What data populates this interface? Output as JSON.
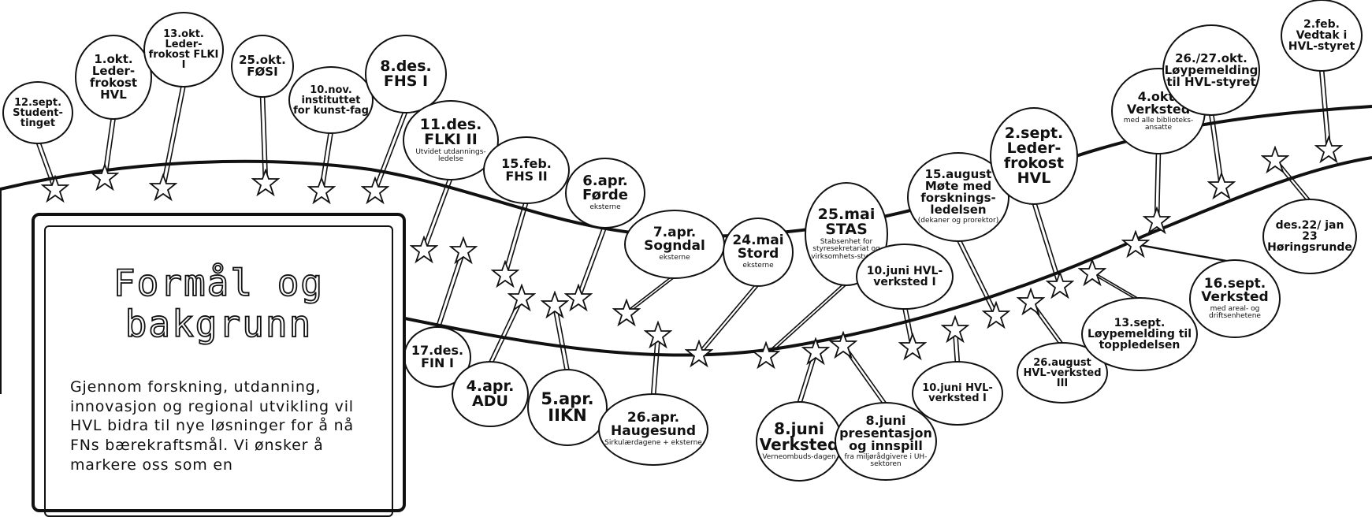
{
  "panel": {
    "title": "Formål og\nbakgrunn",
    "body": "Gjennom forskning, utdanning, innovasjon og regional utvikling vil HVL bidra til nye løsninger for å nå FNs bærekraftsmål. Vi ønsker å markere oss som en"
  },
  "milestones": [
    {
      "id": "studenttinget",
      "title": "12.sept. Student-tinget",
      "sub": ""
    },
    {
      "id": "lederfrokost-hvl-1",
      "title": "1.okt. Leder-frokost HVL",
      "sub": ""
    },
    {
      "id": "lederfrokost-flki",
      "title": "13.okt. Leder-frokost FLKI I",
      "sub": ""
    },
    {
      "id": "fosi",
      "title": "25.okt. FØSI",
      "sub": ""
    },
    {
      "id": "kunstfag",
      "title": "10.nov. instituttet for kunst-fag",
      "sub": ""
    },
    {
      "id": "fhs1",
      "title": "8.des. FHS I",
      "sub": ""
    },
    {
      "id": "flki2",
      "title": "11.des. FLKI II",
      "sub": "Utvidet utdannings-ledelse"
    },
    {
      "id": "fin1",
      "title": "17.des. FIN I",
      "sub": ""
    },
    {
      "id": "fhs2",
      "title": "15.feb. FHS II",
      "sub": ""
    },
    {
      "id": "adu",
      "title": "4.apr. ADU",
      "sub": ""
    },
    {
      "id": "iikn",
      "title": "5.apr. IIKN",
      "sub": ""
    },
    {
      "id": "forde",
      "title": "6.apr. Førde",
      "sub": "eksterne"
    },
    {
      "id": "sogndal",
      "title": "7.apr. Sogndal",
      "sub": "eksterne"
    },
    {
      "id": "haugesund",
      "title": "26.apr. Haugesund",
      "sub": "Sirkulærdagene + eksterne"
    },
    {
      "id": "stord",
      "title": "24.mai Stord",
      "sub": "eksterne"
    },
    {
      "id": "stas",
      "title": "25.mai STAS",
      "sub": "Stabsenhet for styresekretariat og virksomhets-styring"
    },
    {
      "id": "verksted-8juni",
      "title": "8.juni Verksted",
      "sub": "Verneombuds-dagen"
    },
    {
      "id": "presentasjon-8juni",
      "title": "8.juni presentasjon og innspill",
      "sub": "fra miljørådgivere i UH-sektoren"
    },
    {
      "id": "hvl-verksted-10juni-a",
      "title": "10.juni HVL-verksted I",
      "sub": ""
    },
    {
      "id": "forskningsledelsen",
      "title": "15.august Møte med forsknings-ledelsen",
      "sub": "(dekaner og prorektor)"
    },
    {
      "id": "hvl-verksted-10juni-b",
      "title": "10.juni HVL-verksted I",
      "sub": ""
    },
    {
      "id": "hvl-verksted-26aug",
      "title": "26.august HVL-verksted III",
      "sub": ""
    },
    {
      "id": "lederfrokost-hvl-2",
      "title": "2.sept. Leder-frokost HVL",
      "sub": ""
    },
    {
      "id": "toppledelsen",
      "title": "13.sept. Løypemelding til toppledelsen",
      "sub": ""
    },
    {
      "id": "verksted-4okt",
      "title": "4.okt. Verksted",
      "sub": "med alle biblioteks-ansatte"
    },
    {
      "id": "verksted-16sept",
      "title": "16.sept. Verksted",
      "sub": "med areal- og driftsenhetene"
    },
    {
      "id": "loypemelding-styret",
      "title": "26./27.okt. Løypemelding til HVL-styret",
      "sub": ""
    },
    {
      "id": "horingsrunde",
      "title": "des.22/ jan 23 Høringsrunde",
      "sub": ""
    },
    {
      "id": "vedtak",
      "title": "2.feb. Vedtak i HVL-styret",
      "sub": ""
    }
  ]
}
